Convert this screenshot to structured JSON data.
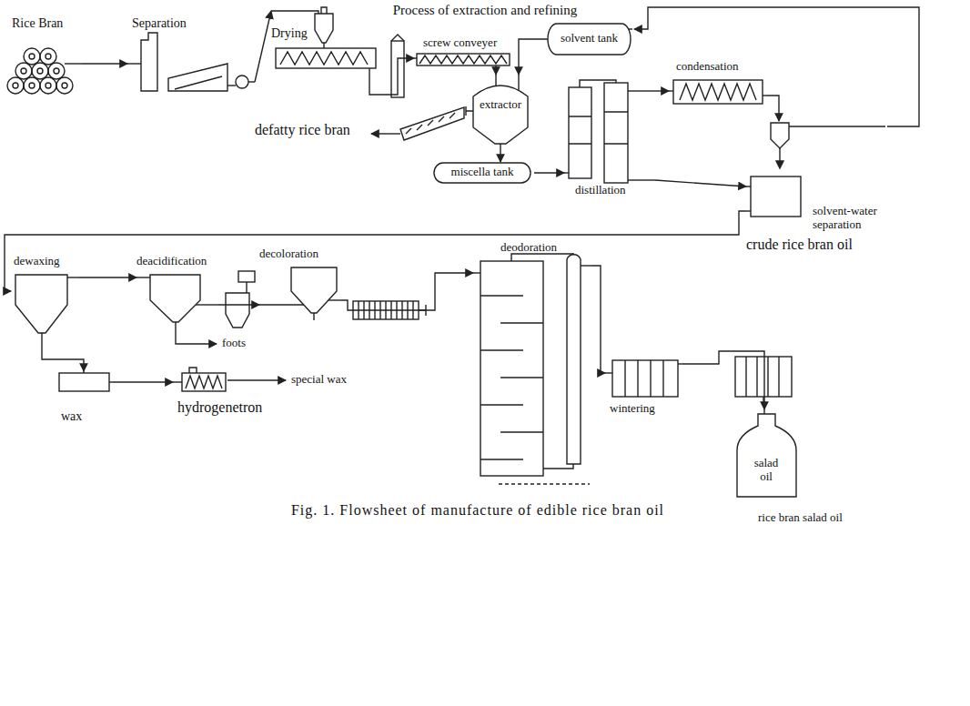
{
  "diagram": {
    "title": "Process of extraction and refining",
    "caption": "Fig. 1.  Flowsheet of manufacture of edible rice bran oil",
    "nodes": [
      {
        "text": [
          "Rice Bran"
        ]
      },
      {
        "text": [
          "Separation"
        ]
      },
      {
        "text": [
          "Drying"
        ]
      },
      {
        "text": [
          "screw conveyer"
        ]
      },
      {
        "text": [
          "solvent tank"
        ]
      },
      {
        "text": [
          "extractor"
        ]
      },
      {
        "text": [
          "miscella tank"
        ]
      },
      {
        "text": [
          "distillation"
        ]
      },
      {
        "text": [
          "condensation"
        ]
      },
      {
        "text": [
          "solvent-water separation"
        ]
      },
      {
        "text": [
          "crude rice bran oil"
        ]
      },
      {
        "text": [
          "dewaxing"
        ]
      },
      {
        "text": [
          "deacidification"
        ]
      },
      {
        "text": [
          "decoloration"
        ]
      },
      {
        "text": [
          "deodoration"
        ]
      },
      {
        "text": [
          "wintering"
        ]
      },
      {
        "text": [
          "salad oil",
          "rice bran salad oil"
        ]
      },
      {
        "text": [
          "wax"
        ]
      },
      {
        "text": [
          "hydrogenetron"
        ]
      }
    ],
    "edges": [
      {
        "from": 0,
        "to": 1,
        "arrow": "to"
      },
      {
        "from": 1,
        "to": 2,
        "arrow": "to"
      },
      {
        "from": 2,
        "to": 3,
        "arrow": "to"
      },
      {
        "from": 3,
        "to": 5,
        "arrow": "to"
      },
      {
        "from": 4,
        "to": 5,
        "arrow": "to"
      },
      {
        "from": 5,
        "to": 6,
        "arrow": "to"
      },
      {
        "from": 6,
        "to": 7,
        "arrow": "to"
      },
      {
        "from": 7,
        "to": 8,
        "arrow": "to"
      },
      {
        "from": 8,
        "to": 9,
        "arrow": "to"
      },
      {
        "from": 9,
        "to": 4,
        "arrow": "to"
      },
      {
        "from": 7,
        "to": 10,
        "arrow": "to"
      },
      {
        "from": 10,
        "to": 11,
        "arrow": "to"
      },
      {
        "from": 11,
        "to": 12,
        "arrow": "to"
      },
      {
        "from": 12,
        "to": 13,
        "arrow": "to"
      },
      {
        "from": 13,
        "to": 14,
        "arrow": "to"
      },
      {
        "from": 14,
        "to": 15,
        "arrow": "to"
      },
      {
        "from": 15,
        "to": 16,
        "arrow": "to"
      },
      {
        "from": 11,
        "to": 17,
        "arrow": "to"
      },
      {
        "from": 17,
        "to": 18,
        "arrow": "to"
      }
    ],
    "labels": [
      "defatty rice bran",
      "foots",
      "special wax"
    ]
  }
}
